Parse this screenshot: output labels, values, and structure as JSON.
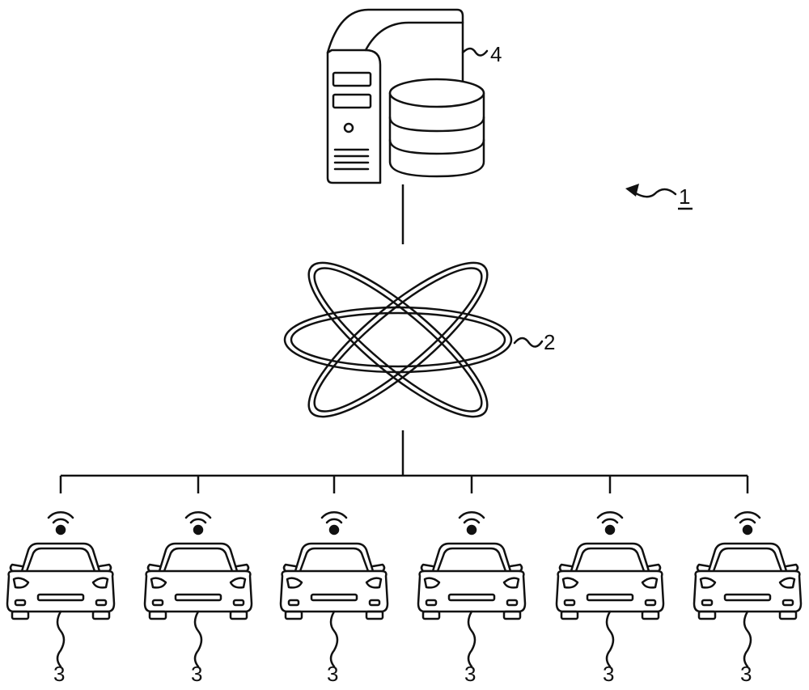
{
  "labels": {
    "system": "1",
    "network": "2",
    "server": "4",
    "vehicle": "3"
  },
  "vehicles": [
    {
      "label": "3"
    },
    {
      "label": "3"
    },
    {
      "label": "3"
    },
    {
      "label": "3"
    },
    {
      "label": "3"
    },
    {
      "label": "3"
    }
  ],
  "icons": {
    "server": "server-database-icon",
    "network": "network-orbit-icon",
    "vehicle": "car-icon",
    "wireless": "wireless-signal-icon"
  },
  "colors": {
    "line": "#111111",
    "background": "#ffffff"
  }
}
